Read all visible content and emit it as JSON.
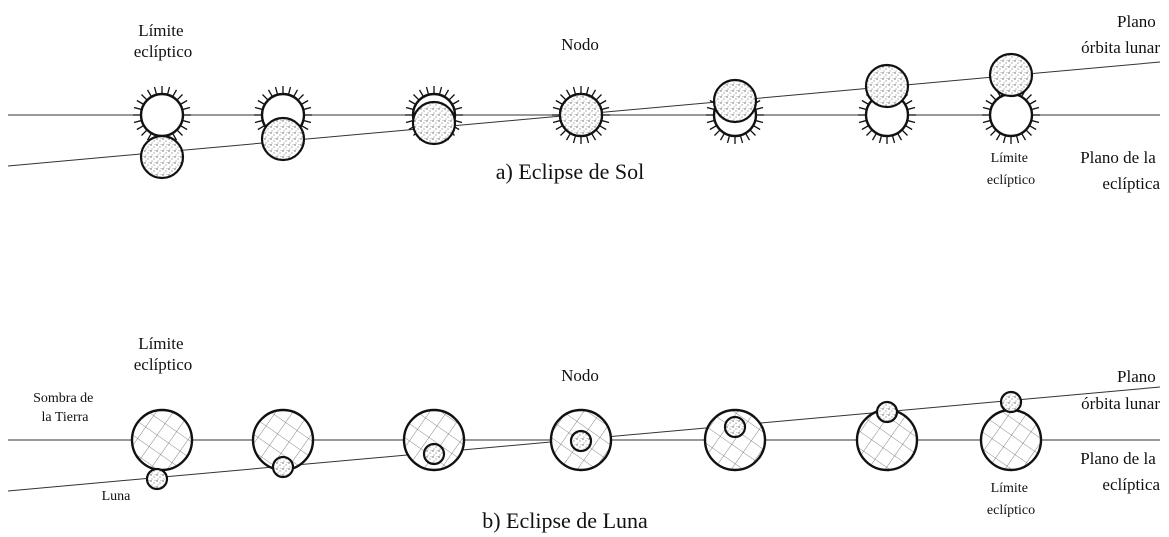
{
  "panel_a": {
    "caption": "a) Eclipse de Sol",
    "label_limite_left": [
      "Límite",
      "eclíptico"
    ],
    "label_nodo": "Nodo",
    "label_plano_orbita": [
      "Plano",
      "órbita lunar"
    ],
    "label_plano_ecliptica": [
      "Plano de la",
      "eclíptica"
    ],
    "label_limite_right": [
      "Límite",
      "eclíptico"
    ]
  },
  "panel_b": {
    "caption": "b) Eclipse de Luna",
    "label_limite_left": [
      "Límite",
      "eclíptico"
    ],
    "label_nodo": "Nodo",
    "label_sombra": [
      "Sombra de",
      "la Tierra"
    ],
    "label_luna": "Luna",
    "label_plano_orbita": [
      "Plano",
      "órbita lunar"
    ],
    "label_plano_ecliptica": [
      "Plano de la",
      "eclíptica"
    ],
    "label_limite_right": [
      "Límite",
      "eclíptico"
    ]
  }
}
